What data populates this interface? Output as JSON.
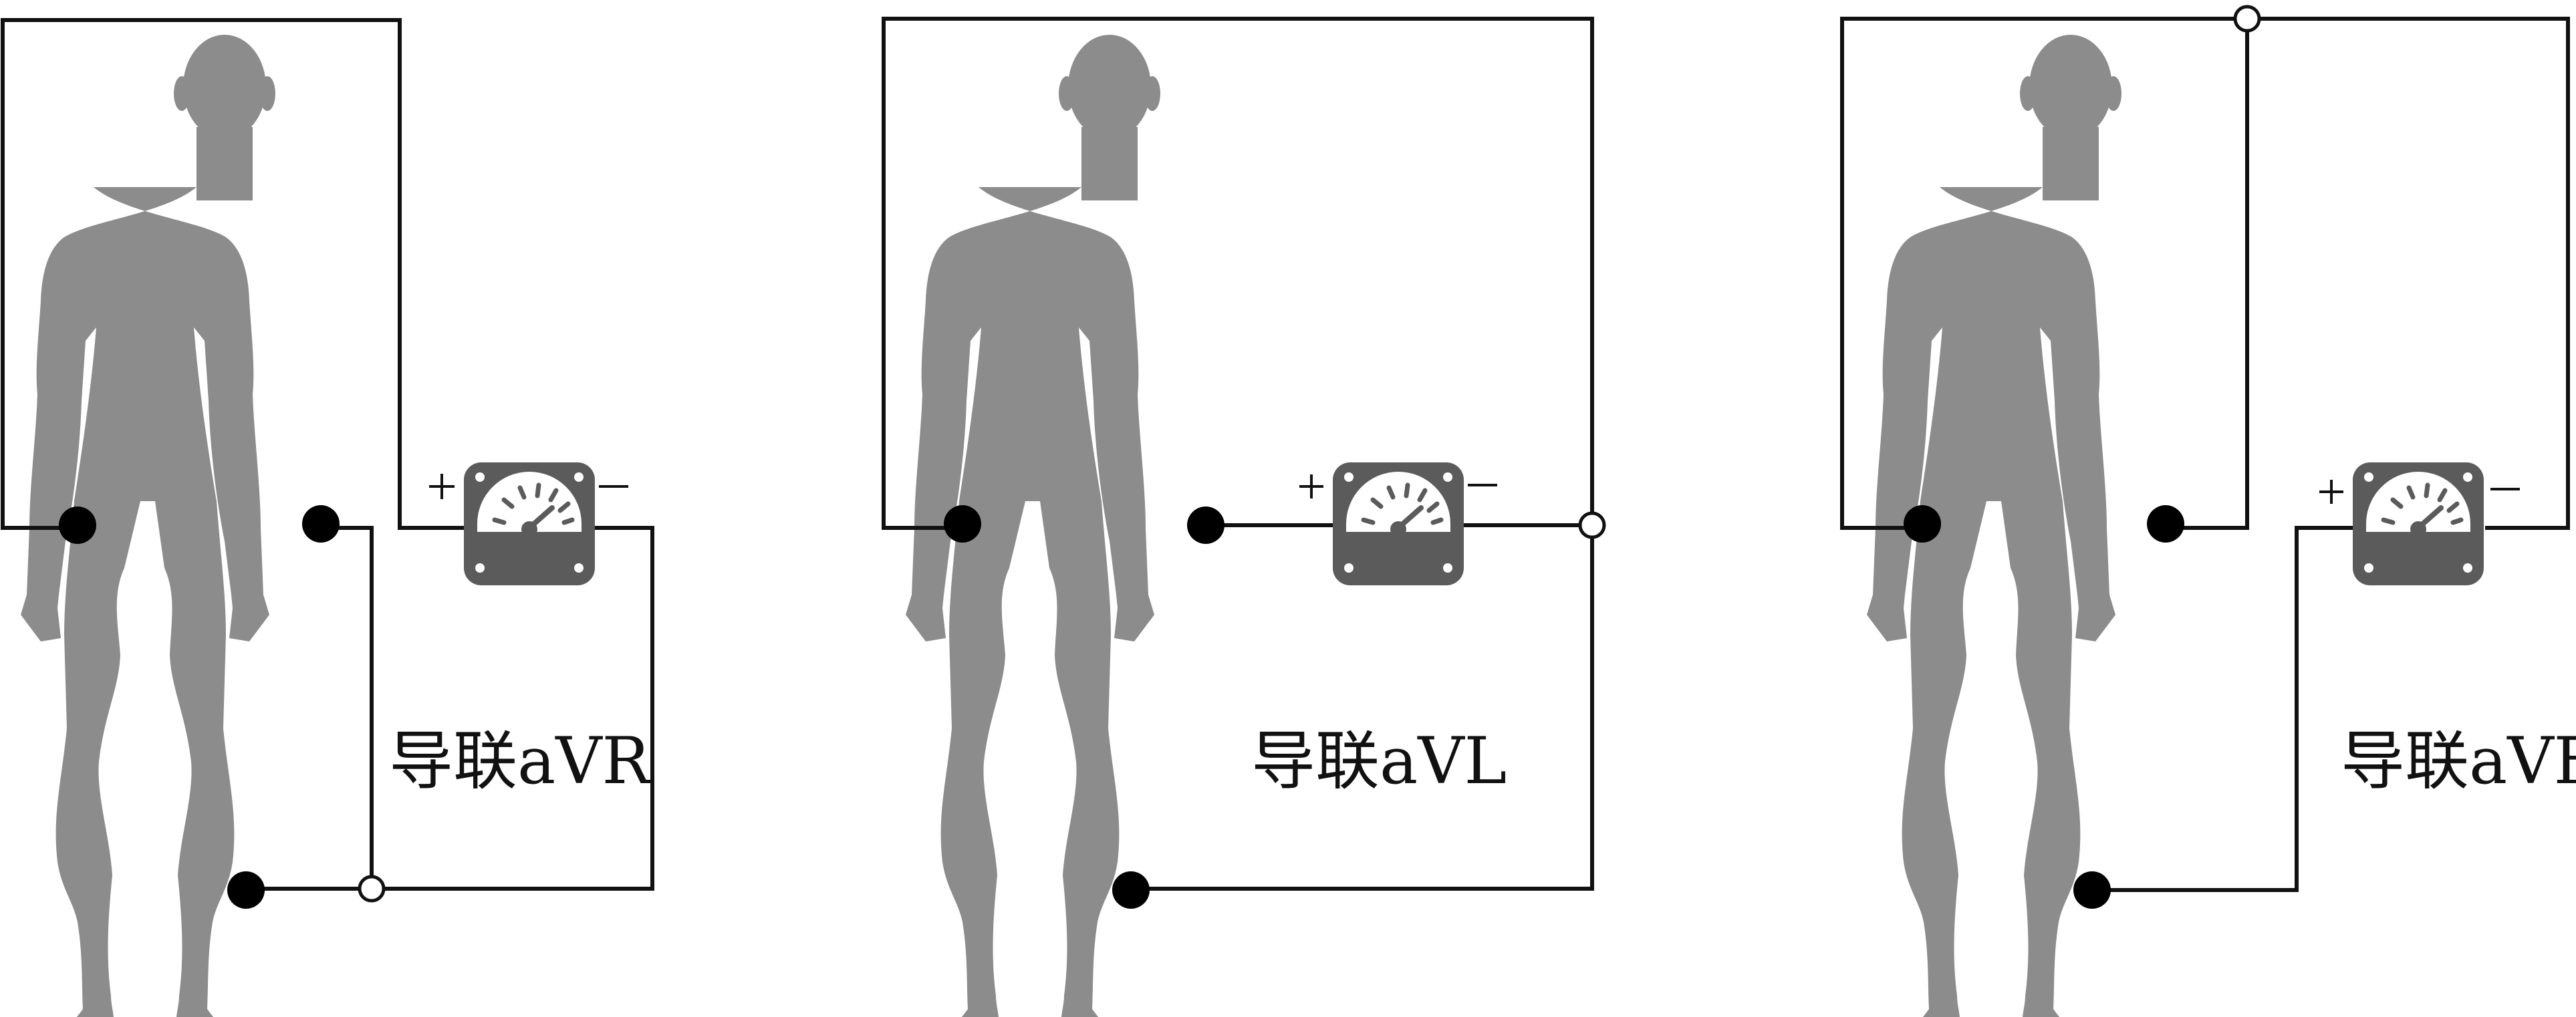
{
  "panels": [
    {
      "id": "avr",
      "label": "导联aVR",
      "meter": {
        "positive_sign": "+",
        "negative_sign": "−"
      }
    },
    {
      "id": "avl",
      "label": "导联aVL",
      "meter": {
        "positive_sign": "+",
        "negative_sign": "−"
      }
    },
    {
      "id": "avf",
      "label": "导联aVF",
      "meter": {
        "positive_sign": "+",
        "negative_sign": "−"
      }
    }
  ],
  "colors": {
    "silhouette": "#8c8c8c",
    "meter_body": "#5b5b5b",
    "wire": "#111111",
    "electrode": "#000000"
  },
  "icons": {
    "figure": "human-silhouette-icon",
    "meter": "galvanometer-icon"
  }
}
